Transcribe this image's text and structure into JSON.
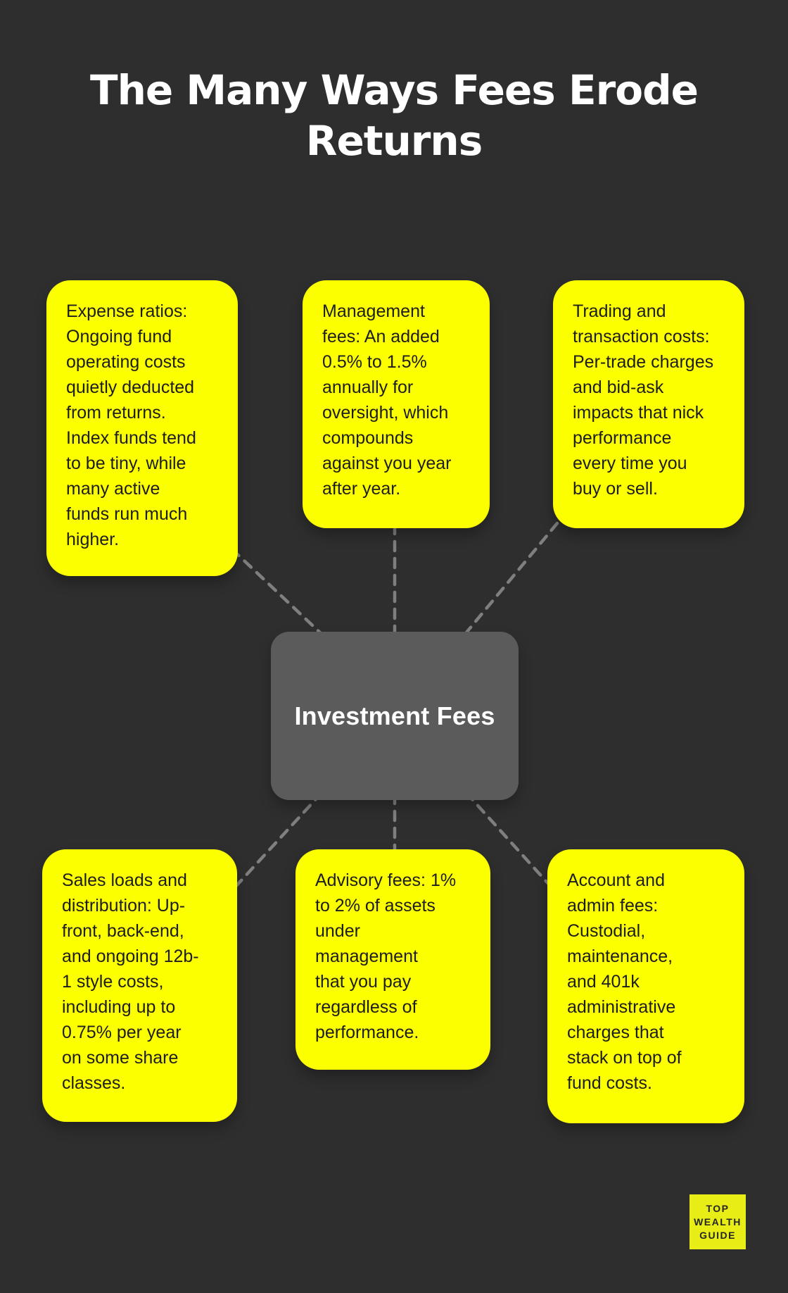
{
  "page": {
    "title": "The Many Ways Fees Erode\nReturns"
  },
  "center_node": {
    "label": "Investment Fees"
  },
  "nodes": [
    {
      "id": "expense-ratios",
      "text": "Expense ratios:\nOngoing fund\noperating costs\nquietly deducted\nfrom returns.\nIndex funds tend\nto be tiny, while\nmany active\nfunds run much\nhigher."
    },
    {
      "id": "management-fees",
      "text": "Management\nfees: An added\n0.5% to 1.5%\nannually for\noversight, which\ncompounds\nagainst you year\nafter year."
    },
    {
      "id": "trading-transaction-costs",
      "text": "Trading and\ntransaction costs:\nPer-trade charges\nand bid-ask\nimpacts that nick\nperformance\nevery time you\nbuy or sell."
    },
    {
      "id": "sales-loads-distribution",
      "text": "Sales loads and\ndistribution: Up-\nfront, back-end,\nand ongoing 12b-\n1 style costs,\nincluding up to\n0.75% per year\non some share\nclasses."
    },
    {
      "id": "advisory-fees",
      "text": "Advisory fees: 1%\nto 2% of assets\nunder\nmanagement\nthat you pay\nregardless of\nperformance."
    },
    {
      "id": "account-admin-fees",
      "text": "Account and\nadmin fees:\nCustodial,\nmaintenance,\nand 401k\nadministrative\ncharges that\nstack on top of\nfund costs."
    }
  ],
  "logo": {
    "lines": [
      "TOP",
      "WEALTH",
      "GUIDE"
    ]
  },
  "colors": {
    "background": "#2e2e2e",
    "node_fill": "#fbff00",
    "node_text": "#1d1d1d",
    "center_fill": "#5b5b5b",
    "center_text": "#ffffff",
    "title_text": "#ffffff",
    "connector": "#7f7f7f",
    "logo_fill": "#e8ed15",
    "logo_text": "#252525"
  }
}
